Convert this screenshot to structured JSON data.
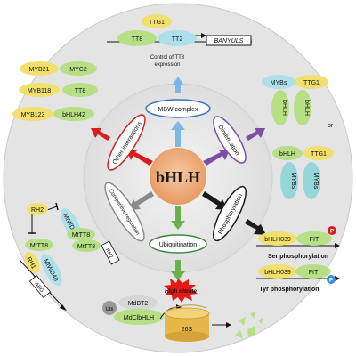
{
  "center": {
    "label": "bHLH"
  },
  "categories": {
    "mbw": "MBW complex",
    "dimerization": "Dimerization",
    "phosphorylation": "Phosphorylation",
    "ubiquitination": "Ubiquitination",
    "competitive": "Competitive regulation",
    "other": "Other interactions"
  },
  "mbw_panel": {
    "ttg1": "TTG1",
    "tt8": "TT8",
    "tt2": "TT2",
    "gene": "BANYULS",
    "caption_1": "Control of TT8",
    "caption_2": "expression"
  },
  "dimer_panel": {
    "top": {
      "myb": "MYBs",
      "ttg1": "TTG1",
      "bhlh_left": "bHLH",
      "bhlh_right": "bHLH"
    },
    "or": "or",
    "bottom": {
      "bhlh": "bHLH",
      "ttg1": "TTG1",
      "myb_left": "MYBs",
      "myb_right": "MYBs"
    }
  },
  "phos_panel": {
    "row1": {
      "bhlh": "bHLH039",
      "fit": "FIT",
      "badge": "P",
      "caption": "Ser phosphorylation"
    },
    "row2": {
      "bhlh": "bHLH039",
      "fit": "FIT",
      "badge": "P",
      "caption": "Tyr phosphorylation"
    }
  },
  "ubi_panel": {
    "ubi": "Ubi",
    "mdbt2": "MdBT2",
    "substrate": "MdClbHLH",
    "signal": "High nitrate",
    "proteasome": "26S"
  },
  "competitive_panel": {
    "rh2": "RH2",
    "mtwd40": "MtWD40",
    "mttt8_1": "MtTT8",
    "mttt8_2": "MtTT8",
    "mttt8_3": "MtTT8",
    "rh1_1": "RH1",
    "rh1_2": "RH1",
    "mtwd40_2": "MtWD40",
    "gene": "ABG"
  },
  "other_panel": {
    "pairs": [
      {
        "left": "MYB21",
        "right": "MYC2"
      },
      {
        "left": "MYB118",
        "right": "TT8"
      },
      {
        "left": "MYB123",
        "right": "bHLH42"
      }
    ]
  },
  "colors": {
    "outer_ring": "#dcdcdc",
    "inner_disk": "#ececec",
    "center": "#f2b382",
    "mbw_arrow": "#7fb6e8",
    "dim_arrow": "#7c4fa4",
    "phos_arrow": "#1a1a1a",
    "ubi_arrow": "#6bb24a",
    "comp_arrow": "#8a8a8a",
    "other_arrow": "#d62020",
    "blue": "#aee0ea",
    "green": "#b6df86",
    "yellow": "#f6e27a",
    "teal": "#95d6da"
  }
}
